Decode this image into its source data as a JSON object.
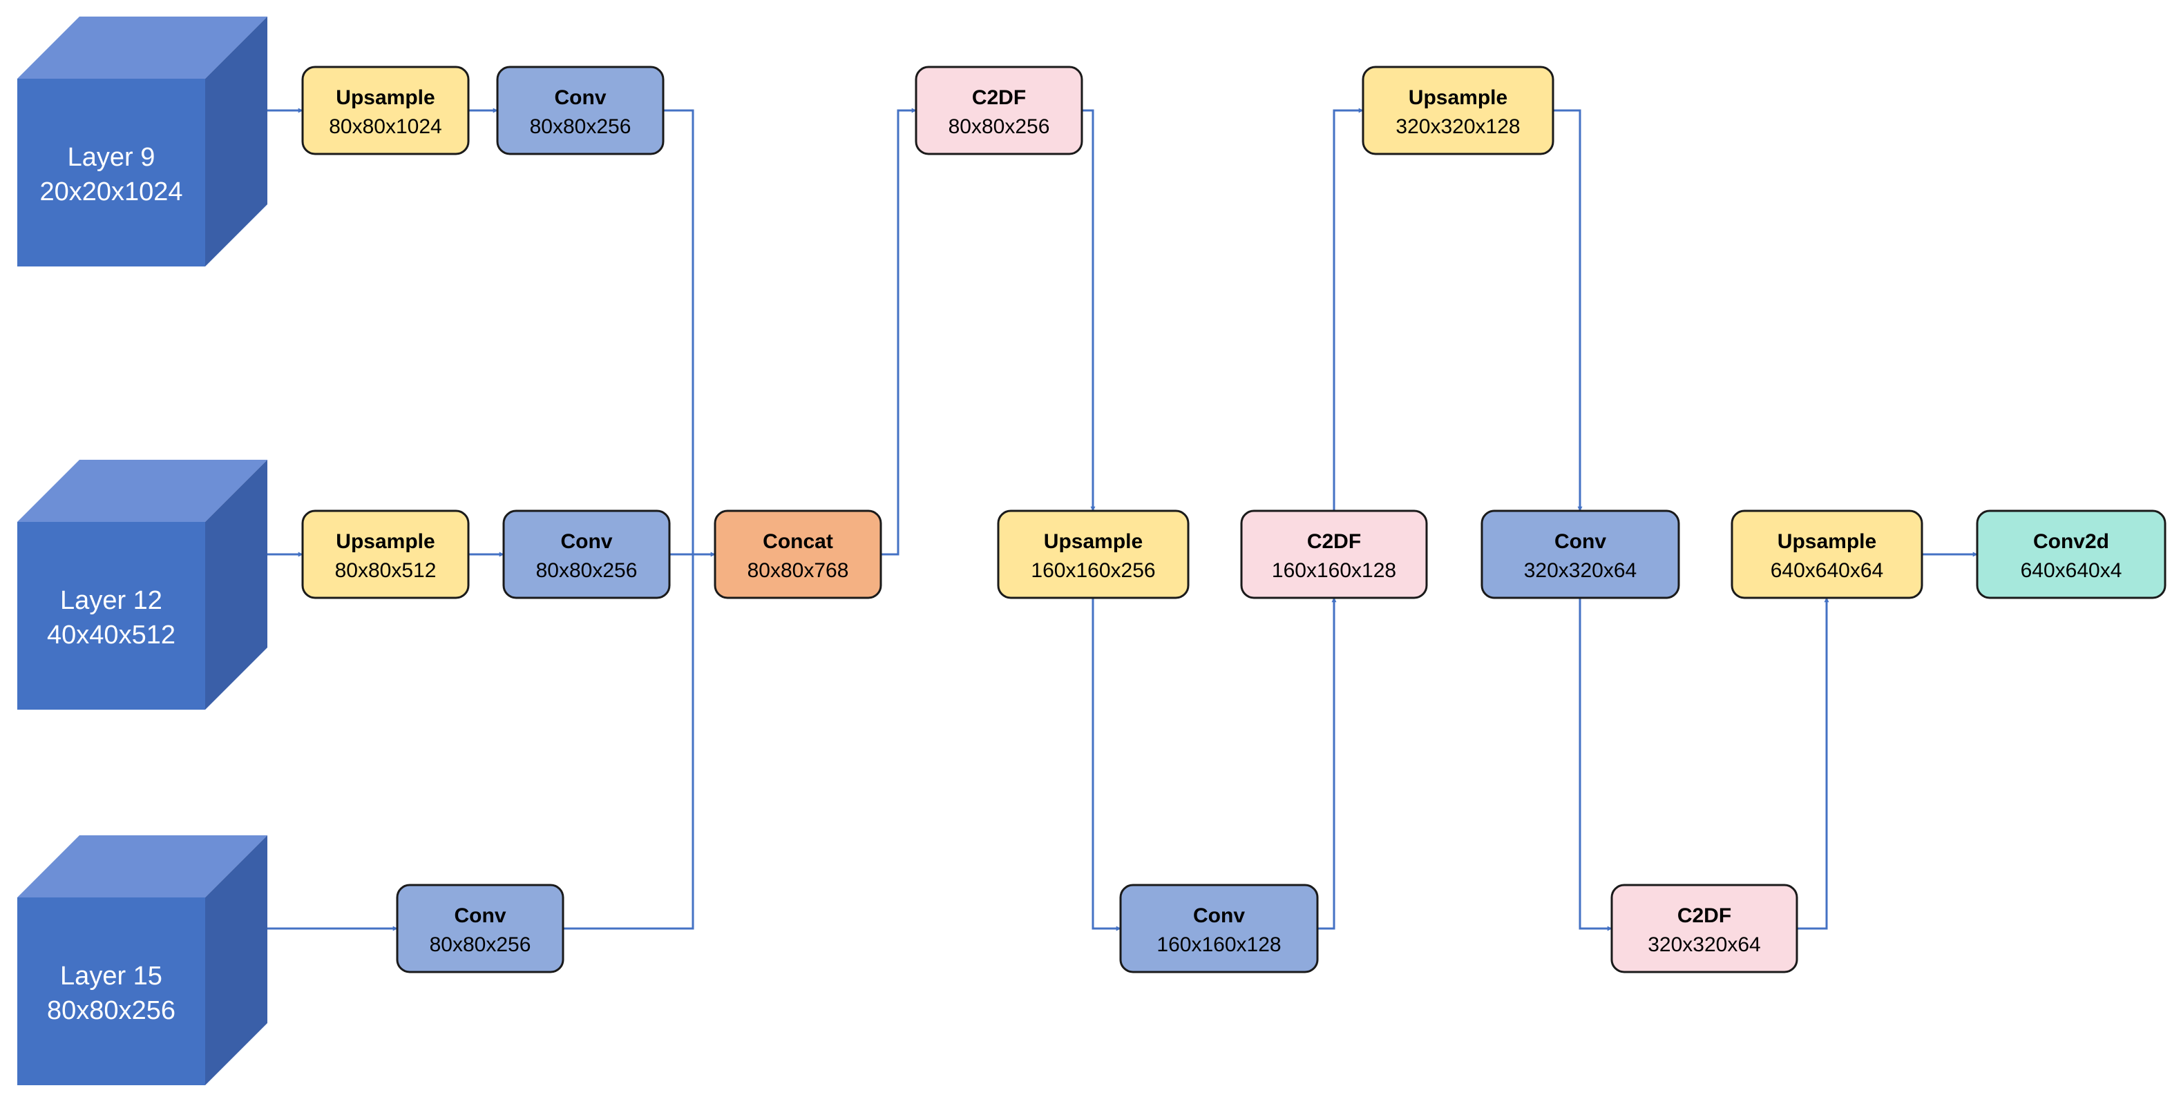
{
  "colors": {
    "upsample": "#ffe699",
    "conv": "#8faadc",
    "c2df": "#fadbe1",
    "concat": "#f4b183",
    "conv2d": "#a6e8dc",
    "cube_front": "#4472c4",
    "cube_top": "#6d8fd6",
    "cube_side": "#3a5fa8",
    "arrow": "#4472c4",
    "border": "#1a1a1a"
  },
  "inputs": [
    {
      "id": "layer9",
      "line1": "Layer 9",
      "line2": "20x20x1024"
    },
    {
      "id": "layer12",
      "line1": "Layer 12",
      "line2": "40x40x512"
    },
    {
      "id": "layer15",
      "line1": "Layer 15",
      "line2": "80x80x256"
    }
  ],
  "blocks": [
    {
      "id": "up1",
      "kind": "upsample",
      "title": "Upsample",
      "dims": "80x80x1024"
    },
    {
      "id": "conv1",
      "kind": "conv",
      "title": "Conv",
      "dims": "80x80x256"
    },
    {
      "id": "up2",
      "kind": "upsample",
      "title": "Upsample",
      "dims": "80x80x512"
    },
    {
      "id": "conv2",
      "kind": "conv",
      "title": "Conv",
      "dims": "80x80x256"
    },
    {
      "id": "conv3",
      "kind": "conv",
      "title": "Conv",
      "dims": "80x80x256"
    },
    {
      "id": "concat",
      "kind": "concat",
      "title": "Concat",
      "dims": "80x80x768"
    },
    {
      "id": "c2df1",
      "kind": "c2df",
      "title": "C2DF",
      "dims": "80x80x256"
    },
    {
      "id": "up3",
      "kind": "upsample",
      "title": "Upsample",
      "dims": "160x160x256"
    },
    {
      "id": "conv4",
      "kind": "conv",
      "title": "Conv",
      "dims": "160x160x128"
    },
    {
      "id": "c2df2",
      "kind": "c2df",
      "title": "C2DF",
      "dims": "160x160x128"
    },
    {
      "id": "up4",
      "kind": "upsample",
      "title": "Upsample",
      "dims": "320x320x128"
    },
    {
      "id": "conv5",
      "kind": "conv",
      "title": "Conv",
      "dims": "320x320x64"
    },
    {
      "id": "c2df3",
      "kind": "c2df",
      "title": "C2DF",
      "dims": "320x320x64"
    },
    {
      "id": "up5",
      "kind": "upsample",
      "title": "Upsample",
      "dims": "640x640x64"
    },
    {
      "id": "conv2d",
      "kind": "conv2d",
      "title": "Conv2d",
      "dims": "640x640x4"
    }
  ]
}
